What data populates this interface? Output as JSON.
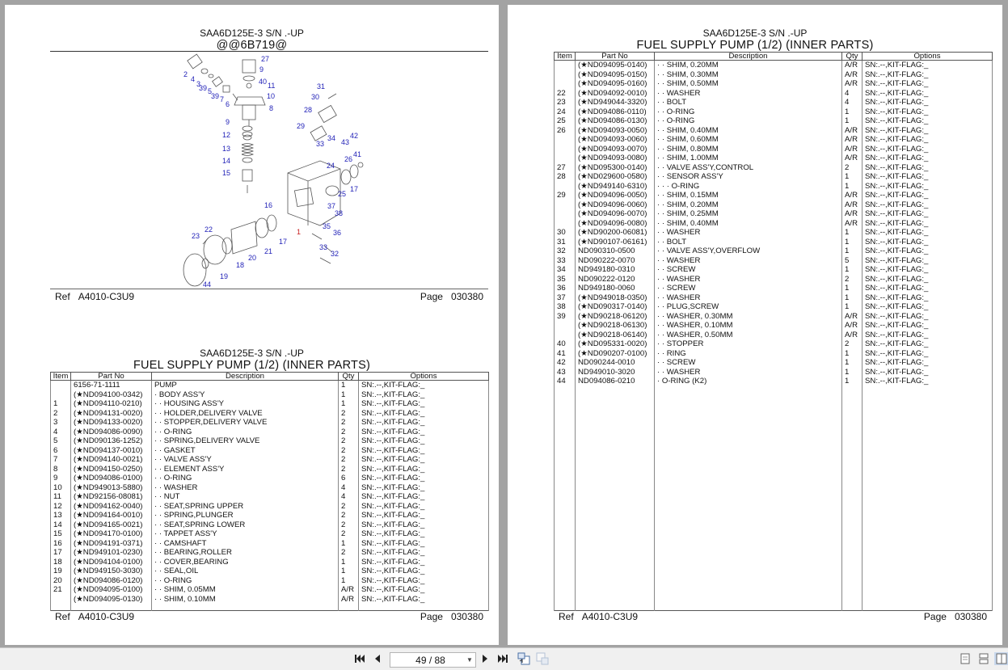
{
  "pages": {
    "diagram_page": {
      "model": "SAA6D125E-3 S/N .-UP",
      "illustration_code": "@@6B719@",
      "ref_label": "Ref",
      "ref_value": "A4010-C3U9",
      "page_label": "Page",
      "page_value": "030380",
      "callouts": [
        "27",
        "2",
        "9",
        "4",
        "3",
        "40",
        "11",
        "39",
        "5",
        "39",
        "7",
        "10",
        "6",
        "8",
        "31",
        "30",
        "28",
        "9",
        "29",
        "12",
        "34",
        "42",
        "33",
        "43",
        "13",
        "41",
        "26",
        "24",
        "14",
        "15",
        "17",
        "25",
        "16",
        "37",
        "38",
        "35",
        "1",
        "36",
        "23",
        "22",
        "17",
        "21",
        "20",
        "33",
        "32",
        "18",
        "19",
        "44"
      ]
    },
    "parts_page_1": {
      "model": "SAA6D125E-3 S/N .-UP",
      "title": "FUEL SUPPLY PUMP (1/2) (INNER PARTS)",
      "ref_label": "Ref",
      "ref_value": "A4010-C3U9",
      "page_label": "Page",
      "page_value": "030380"
    },
    "parts_page_2": {
      "model": "SAA6D125E-3 S/N .-UP",
      "title": "FUEL SUPPLY PUMP (1/2) (INNER PARTS)",
      "ref_label": "Ref",
      "ref_value": "A4010-C3U9",
      "page_label": "Page",
      "page_value": "030380"
    }
  },
  "table_headers": {
    "item": "Item",
    "part_no": "Part No",
    "description": "Description",
    "qty": "Qty",
    "options": "Options"
  },
  "parts_table_1": [
    {
      "item": "",
      "part_no": "6156-71-1111",
      "description": "PUMP",
      "qty": "1",
      "options": "SN:.--,KIT-FLAG:_"
    },
    {
      "item": "",
      "part_no": "(★ND094100-0342)",
      "description": "· BODY ASS'Y",
      "qty": "1",
      "options": "SN:.--,KIT-FLAG:_"
    },
    {
      "item": "1",
      "part_no": "(★ND094110-0210)",
      "description": "· · HOUSING ASS'Y",
      "qty": "1",
      "options": "SN:.--,KIT-FLAG:_"
    },
    {
      "item": "2",
      "part_no": "(★ND094131-0020)",
      "description": "· · HOLDER,DELIVERY VALVE",
      "qty": "2",
      "options": "SN:.--,KIT-FLAG:_"
    },
    {
      "item": "3",
      "part_no": "(★ND094133-0020)",
      "description": "· · STOPPER,DELIVERY VALVE",
      "qty": "2",
      "options": "SN:.--,KIT-FLAG:_"
    },
    {
      "item": "4",
      "part_no": "(★ND094086-0090)",
      "description": "· · O-RING",
      "qty": "2",
      "options": "SN:.--,KIT-FLAG:_"
    },
    {
      "item": "5",
      "part_no": "(★ND090136-1252)",
      "description": "· · SPRING,DELIVERY VALVE",
      "qty": "2",
      "options": "SN:.--,KIT-FLAG:_"
    },
    {
      "item": "6",
      "part_no": "(★ND094137-0010)",
      "description": "· · GASKET",
      "qty": "2",
      "options": "SN:.--,KIT-FLAG:_"
    },
    {
      "item": "7",
      "part_no": "(★ND094140-0021)",
      "description": "· · VALVE ASS'Y",
      "qty": "2",
      "options": "SN:.--,KIT-FLAG:_"
    },
    {
      "item": "8",
      "part_no": "(★ND094150-0250)",
      "description": "· · ELEMENT ASS'Y",
      "qty": "2",
      "options": "SN:.--,KIT-FLAG:_"
    },
    {
      "item": "9",
      "part_no": "(★ND094086-0100)",
      "description": "· · O-RING",
      "qty": "6",
      "options": "SN:.--,KIT-FLAG:_"
    },
    {
      "item": "10",
      "part_no": "(★ND949013-5880)",
      "description": "· · WASHER",
      "qty": "4",
      "options": "SN:.--,KIT-FLAG:_"
    },
    {
      "item": "11",
      "part_no": "(★ND92156-08081)",
      "description": "· · NUT",
      "qty": "4",
      "options": "SN:.--,KIT-FLAG:_"
    },
    {
      "item": "12",
      "part_no": "(★ND094162-0040)",
      "description": "· · SEAT,SPRING UPPER",
      "qty": "2",
      "options": "SN:.--,KIT-FLAG:_"
    },
    {
      "item": "13",
      "part_no": "(★ND094164-0010)",
      "description": "· · SPRING,PLUNGER",
      "qty": "2",
      "options": "SN:.--,KIT-FLAG:_"
    },
    {
      "item": "14",
      "part_no": "(★ND094165-0021)",
      "description": "· · SEAT,SPRING LOWER",
      "qty": "2",
      "options": "SN:.--,KIT-FLAG:_"
    },
    {
      "item": "15",
      "part_no": "(★ND094170-0100)",
      "description": "· · TAPPET ASS'Y",
      "qty": "2",
      "options": "SN:.--,KIT-FLAG:_"
    },
    {
      "item": "16",
      "part_no": "(★ND094191-0371)",
      "description": "· · CAMSHAFT",
      "qty": "1",
      "options": "SN:.--,KIT-FLAG:_"
    },
    {
      "item": "17",
      "part_no": "(★ND949101-0230)",
      "description": "· · BEARING,ROLLER",
      "qty": "2",
      "options": "SN:.--,KIT-FLAG:_"
    },
    {
      "item": "18",
      "part_no": "(★ND094104-0100)",
      "description": "· · COVER,BEARING",
      "qty": "1",
      "options": "SN:.--,KIT-FLAG:_"
    },
    {
      "item": "19",
      "part_no": "(★ND949150-3030)",
      "description": "· · SEAL,OIL",
      "qty": "1",
      "options": "SN:.--,KIT-FLAG:_"
    },
    {
      "item": "20",
      "part_no": "(★ND094086-0120)",
      "description": "· · O-RING",
      "qty": "1",
      "options": "SN:.--,KIT-FLAG:_"
    },
    {
      "item": "21",
      "part_no": "(★ND094095-0100)",
      "description": "· · SHIM, 0.05MM",
      "qty": "A/R",
      "options": "SN:.--,KIT-FLAG:_"
    },
    {
      "item": "",
      "part_no": "(★ND094095-0130)",
      "description": "· · SHIM, 0.10MM",
      "qty": "A/R",
      "options": "SN:.--,KIT-FLAG:_"
    }
  ],
  "parts_table_2": [
    {
      "item": "",
      "part_no": "(★ND094095-0140)",
      "description": "· · SHIM, 0.20MM",
      "qty": "A/R",
      "options": "SN:.--,KIT-FLAG:_"
    },
    {
      "item": "",
      "part_no": "(★ND094095-0150)",
      "description": "· · SHIM, 0.30MM",
      "qty": "A/R",
      "options": "SN:.--,KIT-FLAG:_"
    },
    {
      "item": "",
      "part_no": "(★ND094095-0160)",
      "description": "· · SHIM, 0.50MM",
      "qty": "A/R",
      "options": "SN:.--,KIT-FLAG:_"
    },
    {
      "item": "22",
      "part_no": "(★ND094092-0010)",
      "description": "· · WASHER",
      "qty": "4",
      "options": "SN:.--,KIT-FLAG:_"
    },
    {
      "item": "23",
      "part_no": "(★ND949044-3320)",
      "description": "· · BOLT",
      "qty": "4",
      "options": "SN:.--,KIT-FLAG:_"
    },
    {
      "item": "24",
      "part_no": "(★ND094086-0110)",
      "description": "· · O-RING",
      "qty": "1",
      "options": "SN:.--,KIT-FLAG:_"
    },
    {
      "item": "25",
      "part_no": "(★ND094086-0130)",
      "description": "· · O-RING",
      "qty": "1",
      "options": "SN:.--,KIT-FLAG:_"
    },
    {
      "item": "26",
      "part_no": "(★ND094093-0050)",
      "description": "· · SHIM, 0.40MM",
      "qty": "A/R",
      "options": "SN:.--,KIT-FLAG:_"
    },
    {
      "item": "",
      "part_no": "(★ND094093-0060)",
      "description": "· · SHIM, 0.60MM",
      "qty": "A/R",
      "options": "SN:.--,KIT-FLAG:_"
    },
    {
      "item": "",
      "part_no": "(★ND094093-0070)",
      "description": "· · SHIM, 0.80MM",
      "qty": "A/R",
      "options": "SN:.--,KIT-FLAG:_"
    },
    {
      "item": "",
      "part_no": "(★ND094093-0080)",
      "description": "· · SHIM, 1.00MM",
      "qty": "A/R",
      "options": "SN:.--,KIT-FLAG:_"
    },
    {
      "item": "27",
      "part_no": "(★ND095300-0140)",
      "description": "· · VALVE ASS'Y,CONTROL",
      "qty": "2",
      "options": "SN:.--,KIT-FLAG:_"
    },
    {
      "item": "28",
      "part_no": "(★ND029600-0580)",
      "description": "· · SENSOR ASS'Y",
      "qty": "1",
      "options": "SN:.--,KIT-FLAG:_"
    },
    {
      "item": "",
      "part_no": "(★ND949140-6310)",
      "description": "· · · O-RING",
      "qty": "1",
      "options": "SN:.--,KIT-FLAG:_"
    },
    {
      "item": "29",
      "part_no": "(★ND094096-0050)",
      "description": "· · SHIM, 0.15MM",
      "qty": "A/R",
      "options": "SN:.--,KIT-FLAG:_"
    },
    {
      "item": "",
      "part_no": "(★ND094096-0060)",
      "description": "· · SHIM, 0.20MM",
      "qty": "A/R",
      "options": "SN:.--,KIT-FLAG:_"
    },
    {
      "item": "",
      "part_no": "(★ND094096-0070)",
      "description": "· · SHIM, 0.25MM",
      "qty": "A/R",
      "options": "SN:.--,KIT-FLAG:_"
    },
    {
      "item": "",
      "part_no": "(★ND094096-0080)",
      "description": "· · SHIM, 0.40MM",
      "qty": "A/R",
      "options": "SN:.--,KIT-FLAG:_"
    },
    {
      "item": "30",
      "part_no": "(★ND90200-06081)",
      "description": "· · WASHER",
      "qty": "1",
      "options": "SN:.--,KIT-FLAG:_"
    },
    {
      "item": "31",
      "part_no": "(★ND90107-06161)",
      "description": "· · BOLT",
      "qty": "1",
      "options": "SN:.--,KIT-FLAG:_"
    },
    {
      "item": "32",
      "part_no": "ND090310-0500",
      "description": "· · VALVE ASS'Y,OVERFLOW",
      "qty": "1",
      "options": "SN:.--,KIT-FLAG:_"
    },
    {
      "item": "33",
      "part_no": "ND090222-0070",
      "description": "· · WASHER",
      "qty": "5",
      "options": "SN:.--,KIT-FLAG:_"
    },
    {
      "item": "34",
      "part_no": "ND949180-0310",
      "description": "· · SCREW",
      "qty": "1",
      "options": "SN:.--,KIT-FLAG:_"
    },
    {
      "item": "35",
      "part_no": "ND090222-0120",
      "description": "· · WASHER",
      "qty": "2",
      "options": "SN:.--,KIT-FLAG:_"
    },
    {
      "item": "36",
      "part_no": "ND949180-0060",
      "description": "· · SCREW",
      "qty": "1",
      "options": "SN:.--,KIT-FLAG:_"
    },
    {
      "item": "37",
      "part_no": "(★ND949018-0350)",
      "description": "· · WASHER",
      "qty": "1",
      "options": "SN:.--,KIT-FLAG:_"
    },
    {
      "item": "38",
      "part_no": "(★ND090317-0140)",
      "description": "· · PLUG,SCREW",
      "qty": "1",
      "options": "SN:.--,KIT-FLAG:_"
    },
    {
      "item": "39",
      "part_no": "(★ND90218-06120)",
      "description": "· · WASHER, 0.30MM",
      "qty": "A/R",
      "options": "SN:.--,KIT-FLAG:_"
    },
    {
      "item": "",
      "part_no": "(★ND90218-06130)",
      "description": "· · WASHER, 0.10MM",
      "qty": "A/R",
      "options": "SN:.--,KIT-FLAG:_"
    },
    {
      "item": "",
      "part_no": "(★ND90218-06140)",
      "description": "· · WASHER, 0.50MM",
      "qty": "A/R",
      "options": "SN:.--,KIT-FLAG:_"
    },
    {
      "item": "40",
      "part_no": "(★ND095331-0020)",
      "description": "· · STOPPER",
      "qty": "2",
      "options": "SN:.--,KIT-FLAG:_"
    },
    {
      "item": "41",
      "part_no": "(★ND090207-0100)",
      "description": "· · RING",
      "qty": "1",
      "options": "SN:.--,KIT-FLAG:_"
    },
    {
      "item": "42",
      "part_no": "ND090244-0010",
      "description": "· · SCREW",
      "qty": "1",
      "options": "SN:.--,KIT-FLAG:_"
    },
    {
      "item": "43",
      "part_no": "ND949010-3020",
      "description": "· · WASHER",
      "qty": "1",
      "options": "SN:.--,KIT-FLAG:_"
    },
    {
      "item": "44",
      "part_no": "ND094086-0210",
      "description": "· O-RING (K2)",
      "qty": "1",
      "options": "SN:.--,KIT-FLAG:_"
    }
  ],
  "toolbar": {
    "page_indicator": "49 / 88",
    "first_page_icon": "first-page-icon",
    "prev_page_icon": "prev-page-icon",
    "next_page_icon": "next-page-icon",
    "last_page_icon": "last-page-icon",
    "back_view_icon": "back-view-icon",
    "forward_view_icon": "forward-view-icon",
    "single_page_icon": "single-page-icon",
    "continuous_icon": "continuous-page-icon",
    "facing_pages_icon": "facing-pages-icon"
  }
}
